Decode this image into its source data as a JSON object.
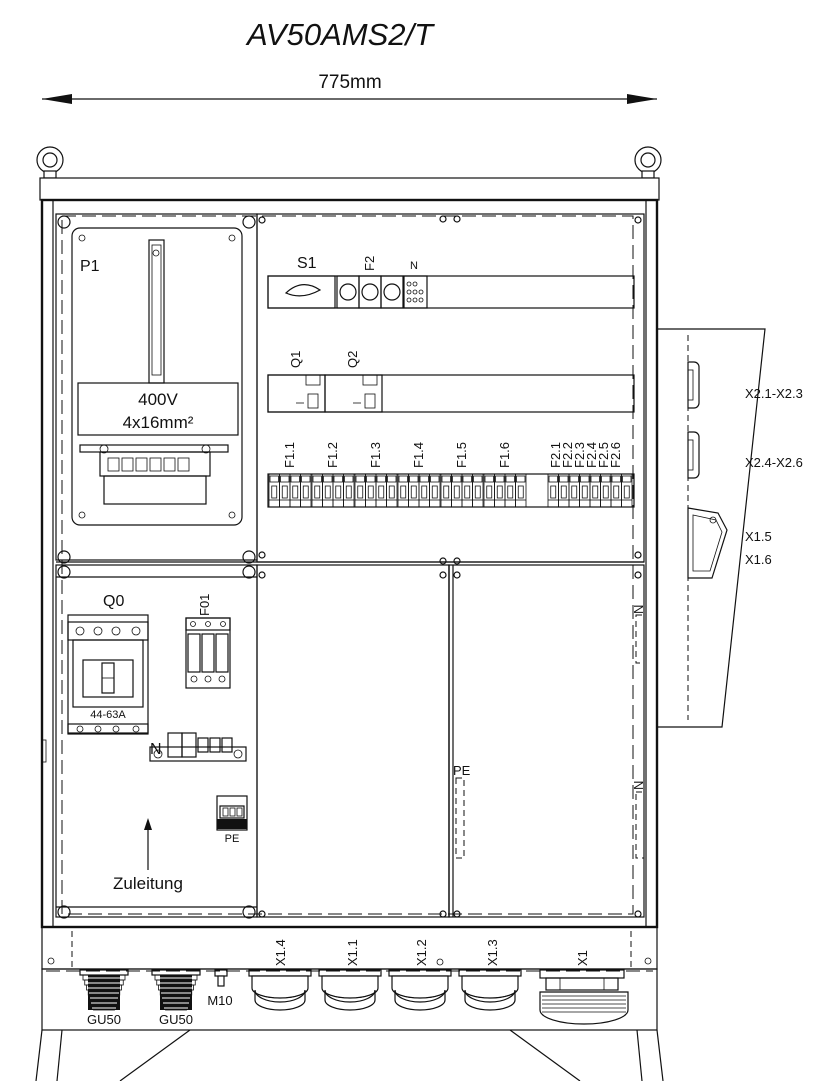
{
  "title": "AV50AMS2/T",
  "dimension": "775mm",
  "meter_panel": {
    "label": "P1",
    "voltage": "400V",
    "cable": "4x16mm²"
  },
  "upper_right": {
    "switch": "S1",
    "fuse": "F2",
    "neutral": "N",
    "rcd": [
      "Q1",
      "Q2"
    ],
    "breakers": [
      "F1.1",
      "F1.2",
      "F1.3",
      "F1.4",
      "F1.5",
      "F1.6"
    ],
    "small_breakers": [
      "F2.1",
      "F2.2",
      "F2.3",
      "F2.4",
      "F2.5",
      "F2.6"
    ]
  },
  "lower_left": {
    "main_switch": "Q0",
    "main_switch_rating": "44-63A",
    "surge": "F01",
    "neutral": "N",
    "pe": "PE",
    "feed": "Zuleitung"
  },
  "center": {
    "pe": "PE",
    "neutral_top": "N",
    "neutral_bottom": "N"
  },
  "side_sockets": [
    "X2.1-X2.3",
    "X2.4-X2.6",
    "X1.5",
    "X1.6"
  ],
  "bottom": {
    "glands": [
      "GU50",
      "GU50"
    ],
    "bolt": "M10",
    "sockets": [
      "X1.4",
      "X1.1",
      "X1.2",
      "X1.3",
      "X1"
    ]
  }
}
